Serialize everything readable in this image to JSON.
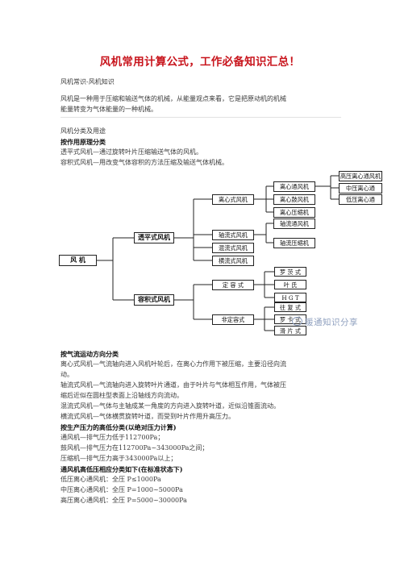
{
  "title": "风机常用计算公式，工作必备知识汇总！",
  "breadcrumb": "风机常识-风机知识",
  "intro": [
    "风机是一种用于压缩和输送气体的机械，从能量观点来看，它是把原动机的机械",
    "能量转变为气体能量的一种机械。"
  ],
  "section_heading": "风机分类及用途",
  "principle_heading": "按作用原理分类",
  "principle_lines": [
    "透平式风机—通过旋转叶片压缩输送气体的风机。",
    "容积式风机—用改变气体容积的方法压缩及输送气体机械。"
  ],
  "diagram": {
    "root": "风 机",
    "turbo": "透平式风机",
    "positive": "容积式风机",
    "centrifugal": "离心式风机",
    "axial": "轴流式风机",
    "mixed": "混流式风机",
    "cross": "横流式风机",
    "centrifugal_sub": [
      "离心通风机",
      "离心鼓风机",
      "离心压缩机"
    ],
    "ventilator_sub": [
      "高压离心通风机",
      "中压离心通",
      "低压离心通"
    ],
    "axial_sub": [
      "轴流通风机",
      "轴流压缩机"
    ],
    "fixed": "定 容 式",
    "variable": "非定容式",
    "fixed_sub": [
      "罗 茨 式",
      "叶 氏",
      "H G T"
    ],
    "variable_sub": [
      "往 复 式",
      "罗 卡 式",
      "滑 片 式"
    ]
  },
  "watermark": "暖通知识分享",
  "flow_heading": "按气流运动方向分类",
  "flow_lines": [
    "离心式风机—气流轴向进入风机叶轮后，在离心力作用下被压缩，主要沿径向流",
    "动。",
    "轴流式风机—气流轴向进入旋转叶片通道，由于叶片与气体相互作用，气体被压",
    "缩后近似在圆柱型表面上沿轴线方向流动。",
    "混流式风机—气体与主轴成某一角度的方向进入旋转叶道，近似沿锥面流动。",
    "横流式风机—气体横贯旋转叶道，而受到叶片作用升高压力。"
  ],
  "pressure_heading": "按生产压力的高低分类(以绝对压力计算)",
  "pressure_lines": [
    "通风机—排气压力低于112700Pa；",
    "鼓风机—排气压力在112700Pa~343000Pa之间；",
    "压缩机—排气压力高于343000Pa以上；"
  ],
  "ventilator_heading": "通风机高低压相应分类如下(在标准状态下)",
  "ventilator_lines": [
    "低压离心通风机：全压 P≤1000Pa",
    "中压离心通风机：全压 P=1000~5000Pa",
    "高压离心通风机：全压 P=5000~30000Pa"
  ]
}
